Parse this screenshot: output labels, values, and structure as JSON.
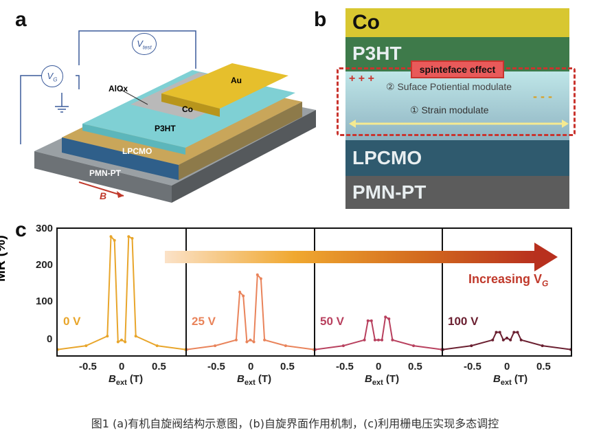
{
  "panel_a": {
    "label": "a",
    "layers": {
      "au": "Au",
      "co": "Co",
      "alox": "AlOx",
      "p3ht": "P3HT",
      "lpcmo": "LPCMO",
      "pmnpt": "PMN-PT"
    },
    "voltmeters": {
      "vtest": "V",
      "vtest_sub": "test",
      "vg": "V",
      "vg_sub": "G"
    },
    "field": "B"
  },
  "panel_b": {
    "label": "b",
    "layers": {
      "co": "Co",
      "p3ht": "P3HT",
      "lpcmo": "LPCMO",
      "pmnpt": "PMN-PT"
    },
    "effect_title": "spinteface effect",
    "item2": "② Suface Potiential modulate",
    "item1": "① Strain modulate",
    "plus": "+ + +",
    "minus": "- - -",
    "colors": {
      "co": "#d8c731",
      "p3ht": "#3e7a4a",
      "lpcmo": "#2f5a6e",
      "pmnpt": "#5c5c5c",
      "interface": "#c9342e"
    }
  },
  "panel_c": {
    "label": "c",
    "ylabel": "MR (%)",
    "xlabel_main": "B",
    "xlabel_sub": "ext",
    "xlabel_unit": " (T)",
    "arrow_label": "Increasing V",
    "arrow_label_sub": "G",
    "yticks": [
      "300",
      "200",
      "100",
      "0"
    ],
    "xticks": [
      "-0.5",
      "0",
      "0.5"
    ],
    "voltages": [
      "0 V",
      "25 V",
      "50 V",
      "100 V"
    ],
    "colors": [
      "#e8a52a",
      "#e9835a",
      "#b8405e",
      "#6a1f30"
    ]
  },
  "chart_data": {
    "type": "line",
    "xlabel": "Bext (T)",
    "ylabel": "MR (%)",
    "ylim": [
      -30,
      300
    ],
    "xlim": [
      -0.9,
      0.9
    ],
    "series": [
      {
        "name": "0 V",
        "x": [
          -0.9,
          -0.5,
          -0.2,
          -0.15,
          -0.1,
          -0.05,
          0,
          0.05,
          0.1,
          0.15,
          0.2,
          0.5,
          0.9
        ],
        "values": [
          -15,
          -5,
          20,
          280,
          270,
          5,
          10,
          5,
          280,
          275,
          20,
          -5,
          -15
        ]
      },
      {
        "name": "25 V",
        "x": [
          -0.9,
          -0.5,
          -0.2,
          -0.15,
          -0.1,
          -0.05,
          0,
          0.05,
          0.1,
          0.15,
          0.2,
          0.5,
          0.9
        ],
        "values": [
          -15,
          -5,
          10,
          135,
          125,
          5,
          10,
          5,
          180,
          170,
          10,
          -5,
          -15
        ]
      },
      {
        "name": "50 V",
        "x": [
          -0.9,
          -0.5,
          -0.2,
          -0.15,
          -0.1,
          -0.05,
          0,
          0.05,
          0.1,
          0.15,
          0.2,
          0.5,
          0.9
        ],
        "values": [
          -15,
          -5,
          10,
          60,
          60,
          10,
          10,
          10,
          70,
          65,
          10,
          -5,
          -15
        ]
      },
      {
        "name": "100 V",
        "x": [
          -0.9,
          -0.5,
          -0.2,
          -0.15,
          -0.1,
          -0.05,
          0,
          0.05,
          0.1,
          0.15,
          0.2,
          0.5,
          0.9
        ],
        "values": [
          -15,
          -5,
          10,
          30,
          30,
          10,
          15,
          10,
          30,
          30,
          10,
          -5,
          -15
        ]
      }
    ]
  },
  "caption": "图1 (a)有机自旋阀结构示意图，(b)自旋界面作用机制，(c)利用栅电压实现多态调控"
}
